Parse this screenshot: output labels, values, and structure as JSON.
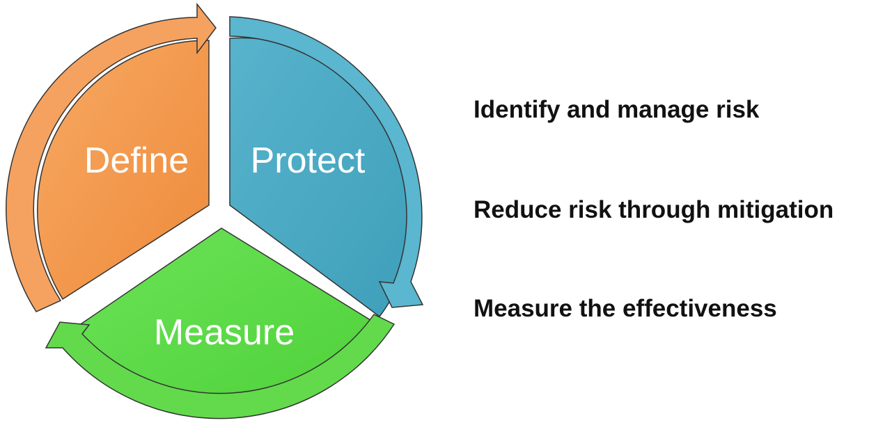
{
  "diagram": {
    "segments": [
      {
        "label": "Define",
        "color": "#F59A4E",
        "edge": "#F08B34",
        "arrow_color": "#F5A260"
      },
      {
        "label": "Protect",
        "color": "#4BACC6",
        "edge": "#3A97B0",
        "arrow_color": "#5BB6CF"
      },
      {
        "label": "Measure",
        "color": "#5EDB49",
        "edge": "#46C533",
        "arrow_color": "#62DA4C"
      }
    ]
  },
  "bullets": [
    {
      "text": "Identify and manage risk"
    },
    {
      "text": "Reduce risk through mitigation"
    },
    {
      "text": "Measure the effectiveness"
    }
  ]
}
